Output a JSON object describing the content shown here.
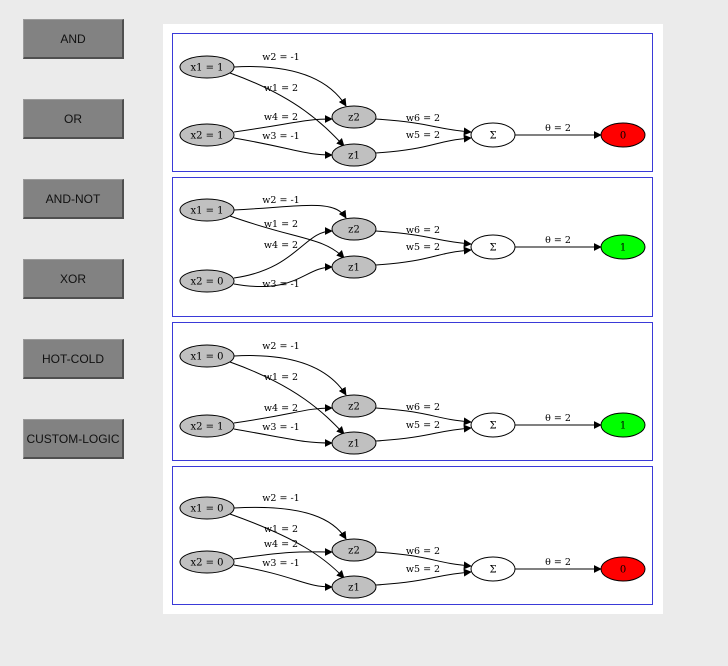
{
  "sidebar": {
    "buttons": [
      {
        "label": "AND"
      },
      {
        "label": "OR"
      },
      {
        "label": "AND-NOT"
      },
      {
        "label": "XOR"
      },
      {
        "label": "HOT-COLD"
      },
      {
        "label": "CUSTOM-LOGIC"
      }
    ]
  },
  "colors": {
    "output_on": "#00ff00",
    "output_off": "#ff0000",
    "hidden_node": "#c0c0c0",
    "panel_border": "#3a3ad8"
  },
  "labels": {
    "sum_symbol": "Σ",
    "w1": "w1 = 2",
    "w2": "w2 = -1",
    "w3": "w3 = -1",
    "w4": "w4 = 2",
    "w5": "w5 = 2",
    "w6": "w6 = 2",
    "theta": "θ = 2",
    "z1": "z1",
    "z2": "z2"
  },
  "panels": [
    {
      "x1": "x1 = 1",
      "x2": "x2 = 1",
      "output": "0",
      "active": false
    },
    {
      "x1": "x1 = 1",
      "x2": "x2 = 0",
      "output": "1",
      "active": true
    },
    {
      "x1": "x1 = 0",
      "x2": "x2 = 1",
      "output": "1",
      "active": true
    },
    {
      "x1": "x1 = 0",
      "x2": "x2 = 0",
      "output": "0",
      "active": false
    }
  ]
}
